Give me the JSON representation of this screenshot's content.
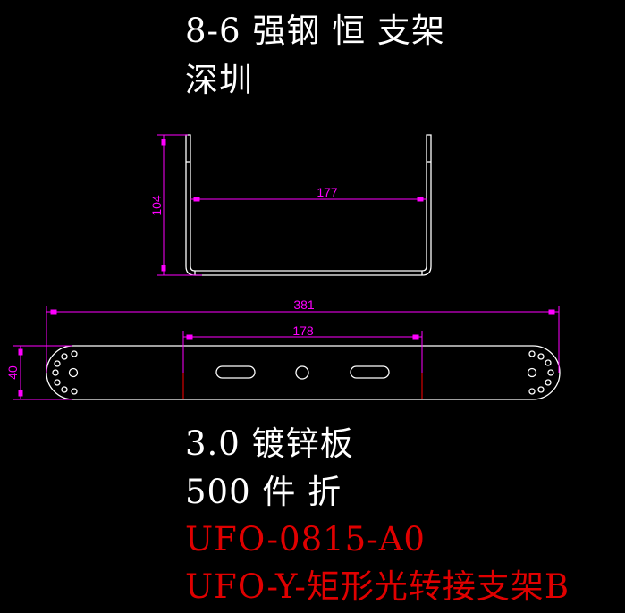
{
  "title_lines": [
    "8-6 强钢 恒 支架",
    "深圳"
  ],
  "spec_lines": [
    "3.0 镀锌板",
    "500 件 折"
  ],
  "part_lines": [
    "UFO-0815-A0",
    "UFO-Y-矩形光转接支架B"
  ],
  "dimensions": {
    "side_height": "104",
    "side_inner_width": "177",
    "flat_length": "381",
    "flat_center": "178",
    "flat_width": "40"
  },
  "colors": {
    "background": "#000000",
    "outline": "#ffffff",
    "dimension": "#ff00ff",
    "part_text": "#e00000"
  }
}
